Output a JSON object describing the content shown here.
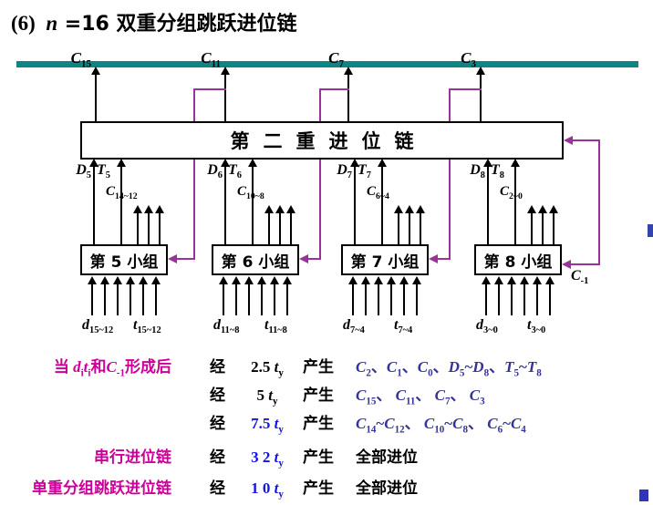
{
  "title": {
    "num": "(6)",
    "var": "n",
    "rest": " =16 双重分组跳跃进位链"
  },
  "colors": {
    "teal_bar": "#0E8585",
    "purple_line": "#993399",
    "magenta_text": "#CC0099",
    "time_blue": "#1414E6",
    "result_navy": "#333399"
  },
  "diagram": {
    "second_chain_label": "第二重进位链",
    "top_carries": [
      "C_{15}",
      "C_{11}",
      "C_{7}",
      "C_{3}"
    ],
    "carry_in": "C_{-1}",
    "groups": [
      {
        "name": "第 5 小组",
        "d_out": "D_{5}",
        "t_out": "T_{5}",
        "carries": "C_{14~12}",
        "d_in": "d_{15~12}",
        "t_in": "t_{15~12}"
      },
      {
        "name": "第 6 小组",
        "d_out": "D_{6}",
        "t_out": "T_{6}",
        "carries": "C_{10~8}",
        "d_in": "d_{11~8}",
        "t_in": "t_{11~8}"
      },
      {
        "name": "第 7 小组",
        "d_out": "D_{7}",
        "t_out": "T_{7}",
        "carries": "C_{6~4}",
        "d_in": "d_{7~4}",
        "t_in": "t_{7~4}"
      },
      {
        "name": "第 8 小组",
        "d_out": "D_{8}",
        "t_out": "T_{8}",
        "carries": "C_{2~0}",
        "d_in": "d_{3~0}",
        "t_in": "t_{3~0}"
      }
    ]
  },
  "summary": {
    "intro": "当 d_{i}t_{i}和C_{-1}形成后",
    "rows": [
      {
        "via": "经",
        "time": "2.5 t_{y}",
        "verb": "产生",
        "result": "C_{2}、C_{1}、C_{0}、D_{5}~D_{8}、T_{5}~T_{8}"
      },
      {
        "via": "经",
        "time": "5 t_{y}",
        "verb": "产生",
        "result": "C_{15}、 C_{11}、 C_{7}、 C_{3}"
      },
      {
        "via": "经",
        "time": "7.5 t_{y}",
        "verb": "产生",
        "result": "C_{14}~C_{12}、 C_{10}~C_{8}、 C_{6}~C_{4}"
      }
    ],
    "serial": {
      "label": "串行进位链",
      "via": "经",
      "time": "3 2 t_{y}",
      "verb": "产生",
      "result": "全部进位"
    },
    "single": {
      "label": "单重分组跳跃进位链",
      "via": "经",
      "time": "1 0 t_{y}",
      "verb": "产生",
      "result": "全部进位"
    }
  }
}
